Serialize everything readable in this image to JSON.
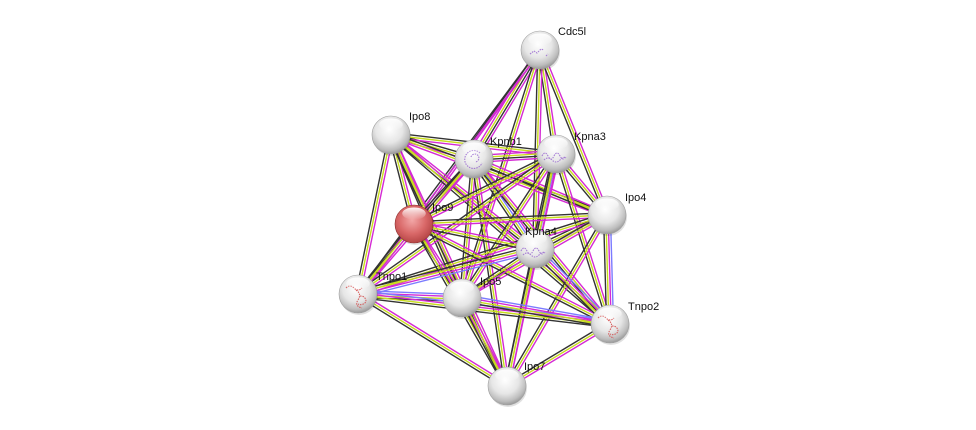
{
  "diagram": {
    "type": "protein-interaction-network",
    "edge_channel_colors": {
      "textmining": "#c8dc1e",
      "coexpression": "#333333",
      "experiments": "#d42ad4",
      "databases": "#7b7bff",
      "homology": "#e6a0e6"
    },
    "query_node_color": "#d96868",
    "node_color": "#e8e8e8",
    "nodes": [
      {
        "id": "Cdc5l",
        "label": "Cdc5l",
        "query": false,
        "structure": "small"
      },
      {
        "id": "Ipo8",
        "label": "Ipo8",
        "query": false,
        "structure": "none"
      },
      {
        "id": "Kpnb1",
        "label": "Kpnb1",
        "query": false,
        "structure": "purple"
      },
      {
        "id": "Kpna3",
        "label": "Kpna3",
        "query": false,
        "structure": "purple"
      },
      {
        "id": "Ipo4",
        "label": "Ipo4",
        "query": false,
        "structure": "none"
      },
      {
        "id": "Ipo9",
        "label": "Ipo9",
        "query": true,
        "structure": "none"
      },
      {
        "id": "Kpna4",
        "label": "Kpna4",
        "query": false,
        "structure": "purple"
      },
      {
        "id": "Tnpo1",
        "label": "Tnpo1",
        "query": false,
        "structure": "red"
      },
      {
        "id": "Ipo5",
        "label": "Ipo5",
        "query": false,
        "structure": "none"
      },
      {
        "id": "Tnpo2",
        "label": "Tnpo2",
        "query": false,
        "structure": "red"
      },
      {
        "id": "Ipo7",
        "label": "Ipo7",
        "query": false,
        "structure": "none"
      }
    ],
    "edges": [
      {
        "a": "Cdc5l",
        "b": "Kpnb1",
        "channels": [
          "experiments",
          "coexpression",
          "textmining",
          "experiments"
        ]
      },
      {
        "a": "Cdc5l",
        "b": "Kpna3",
        "channels": [
          "experiments",
          "textmining",
          "coexpression"
        ]
      },
      {
        "a": "Cdc5l",
        "b": "Kpna4",
        "channels": [
          "experiments",
          "textmining",
          "coexpression"
        ]
      },
      {
        "a": "Cdc5l",
        "b": "Ipo4",
        "channels": [
          "experiments",
          "textmining",
          "coexpression"
        ]
      },
      {
        "a": "Cdc5l",
        "b": "Ipo9",
        "channels": [
          "experiments",
          "coexpression"
        ]
      },
      {
        "a": "Cdc5l",
        "b": "Ipo5",
        "channels": [
          "experiments",
          "textmining",
          "coexpression"
        ]
      },
      {
        "a": "Cdc5l",
        "b": "Tnpo1",
        "channels": [
          "experiments",
          "coexpression"
        ]
      },
      {
        "a": "Ipo8",
        "b": "Kpnb1",
        "channels": [
          "coexpression",
          "textmining",
          "experiments"
        ]
      },
      {
        "a": "Ipo8",
        "b": "Kpna3",
        "channels": [
          "coexpression",
          "textmining",
          "experiments"
        ]
      },
      {
        "a": "Ipo8",
        "b": "Ipo4",
        "channels": [
          "coexpression",
          "textmining",
          "experiments"
        ]
      },
      {
        "a": "Ipo8",
        "b": "Ipo9",
        "channels": [
          "experiments",
          "textmining",
          "coexpression"
        ]
      },
      {
        "a": "Ipo8",
        "b": "Kpna4",
        "channels": [
          "experiments",
          "textmining",
          "coexpression"
        ]
      },
      {
        "a": "Ipo8",
        "b": "Tnpo1",
        "channels": [
          "experiments",
          "textmining",
          "coexpression"
        ]
      },
      {
        "a": "Ipo8",
        "b": "Ipo5",
        "channels": [
          "experiments",
          "textmining",
          "coexpression"
        ]
      },
      {
        "a": "Ipo8",
        "b": "Tnpo2",
        "channels": [
          "experiments",
          "textmining",
          "coexpression"
        ]
      },
      {
        "a": "Ipo8",
        "b": "Ipo7",
        "channels": [
          "experiments",
          "textmining",
          "coexpression"
        ]
      },
      {
        "a": "Kpnb1",
        "b": "Kpna3",
        "channels": [
          "experiments",
          "textmining",
          "coexpression",
          "experiments"
        ]
      },
      {
        "a": "Kpnb1",
        "b": "Ipo4",
        "channels": [
          "experiments",
          "textmining",
          "coexpression"
        ]
      },
      {
        "a": "Kpnb1",
        "b": "Ipo9",
        "channels": [
          "experiments",
          "textmining",
          "coexpression"
        ]
      },
      {
        "a": "Kpnb1",
        "b": "Kpna4",
        "channels": [
          "experiments",
          "databases",
          "textmining",
          "coexpression"
        ]
      },
      {
        "a": "Kpnb1",
        "b": "Tnpo1",
        "channels": [
          "experiments",
          "textmining",
          "coexpression"
        ]
      },
      {
        "a": "Kpnb1",
        "b": "Ipo5",
        "channels": [
          "experiments",
          "textmining",
          "coexpression"
        ]
      },
      {
        "a": "Kpnb1",
        "b": "Tnpo2",
        "channels": [
          "experiments",
          "textmining",
          "coexpression"
        ]
      },
      {
        "a": "Kpnb1",
        "b": "Ipo7",
        "channels": [
          "experiments",
          "textmining",
          "coexpression"
        ]
      },
      {
        "a": "Kpna3",
        "b": "Ipo4",
        "channels": [
          "experiments",
          "textmining",
          "coexpression"
        ]
      },
      {
        "a": "Kpna3",
        "b": "Ipo9",
        "channels": [
          "experiments",
          "textmining",
          "coexpression"
        ]
      },
      {
        "a": "Kpna3",
        "b": "Kpna4",
        "channels": [
          "experiments",
          "databases",
          "textmining",
          "coexpression"
        ]
      },
      {
        "a": "Kpna3",
        "b": "Tnpo1",
        "channels": [
          "experiments",
          "textmining",
          "coexpression"
        ]
      },
      {
        "a": "Kpna3",
        "b": "Ipo5",
        "channels": [
          "experiments",
          "textmining",
          "coexpression"
        ]
      },
      {
        "a": "Kpna3",
        "b": "Tnpo2",
        "channels": [
          "experiments",
          "textmining",
          "coexpression"
        ]
      },
      {
        "a": "Kpna3",
        "b": "Ipo7",
        "channels": [
          "experiments",
          "textmining",
          "coexpression"
        ]
      },
      {
        "a": "Ipo4",
        "b": "Ipo9",
        "channels": [
          "experiments",
          "textmining",
          "coexpression"
        ]
      },
      {
        "a": "Ipo4",
        "b": "Kpna4",
        "channels": [
          "homology",
          "textmining",
          "coexpression"
        ]
      },
      {
        "a": "Ipo4",
        "b": "Tnpo1",
        "channels": [
          "experiments",
          "textmining",
          "coexpression"
        ]
      },
      {
        "a": "Ipo4",
        "b": "Ipo5",
        "channels": [
          "experiments",
          "textmining",
          "coexpression"
        ]
      },
      {
        "a": "Ipo4",
        "b": "Tnpo2",
        "channels": [
          "databases",
          "experiments",
          "textmining",
          "coexpression"
        ]
      },
      {
        "a": "Ipo4",
        "b": "Ipo7",
        "channels": [
          "experiments",
          "textmining",
          "coexpression"
        ]
      },
      {
        "a": "Ipo9",
        "b": "Kpna4",
        "channels": [
          "experiments",
          "textmining",
          "coexpression"
        ]
      },
      {
        "a": "Ipo9",
        "b": "Tnpo1",
        "channels": [
          "experiments",
          "textmining",
          "coexpression"
        ]
      },
      {
        "a": "Ipo9",
        "b": "Ipo5",
        "channels": [
          "experiments",
          "textmining",
          "coexpression"
        ]
      },
      {
        "a": "Ipo9",
        "b": "Tnpo2",
        "channels": [
          "experiments",
          "textmining",
          "coexpression"
        ]
      },
      {
        "a": "Ipo9",
        "b": "Ipo7",
        "channels": [
          "experiments",
          "textmining",
          "coexpression"
        ]
      },
      {
        "a": "Kpna4",
        "b": "Tnpo1",
        "channels": [
          "databases",
          "experiments",
          "textmining",
          "coexpression"
        ]
      },
      {
        "a": "Kpna4",
        "b": "Ipo5",
        "channels": [
          "experiments",
          "textmining",
          "coexpression"
        ]
      },
      {
        "a": "Kpna4",
        "b": "Tnpo2",
        "channels": [
          "databases",
          "experiments",
          "textmining",
          "coexpression"
        ]
      },
      {
        "a": "Kpna4",
        "b": "Ipo7",
        "channels": [
          "experiments",
          "textmining",
          "coexpression"
        ]
      },
      {
        "a": "Tnpo1",
        "b": "Ipo5",
        "channels": [
          "databases",
          "experiments",
          "textmining",
          "coexpression"
        ]
      },
      {
        "a": "Tnpo1",
        "b": "Tnpo2",
        "channels": [
          "databases",
          "experiments",
          "textmining",
          "coexpression"
        ]
      },
      {
        "a": "Tnpo1",
        "b": "Ipo7",
        "channels": [
          "experiments",
          "textmining",
          "coexpression"
        ]
      },
      {
        "a": "Ipo5",
        "b": "Tnpo2",
        "channels": [
          "databases",
          "experiments",
          "textmining",
          "coexpression"
        ]
      },
      {
        "a": "Ipo5",
        "b": "Ipo7",
        "channels": [
          "experiments",
          "textmining",
          "coexpression"
        ]
      },
      {
        "a": "Tnpo2",
        "b": "Ipo7",
        "channels": [
          "experiments",
          "textmining",
          "coexpression"
        ]
      }
    ]
  }
}
